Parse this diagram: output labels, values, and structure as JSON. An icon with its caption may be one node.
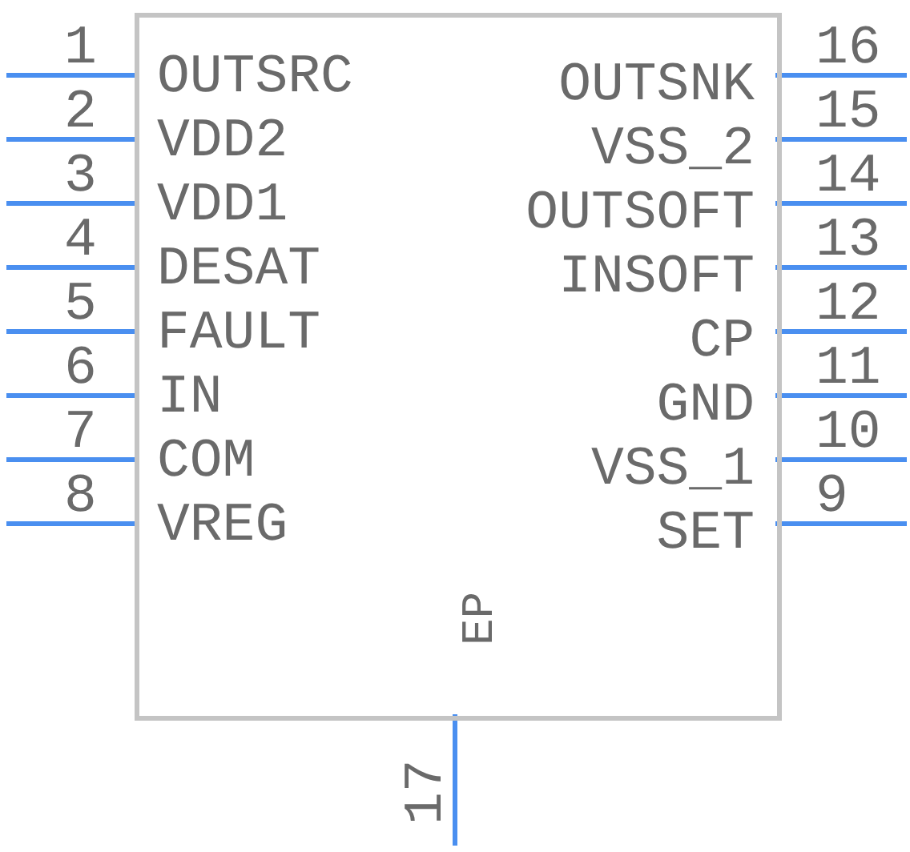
{
  "diagram": {
    "nodes": [
      {
        "text": [
          "OUTSRC",
          "VDD2",
          "VDD1",
          "DESAT",
          "FAULT",
          "IN",
          "COM",
          "VREG",
          "SET",
          "VSS_1",
          "GND",
          "CP",
          "INSOFT",
          "OUTSOFT",
          "VSS_2",
          "OUTSNK",
          "EP"
        ]
      }
    ],
    "labels": [
      "1",
      "2",
      "3",
      "4",
      "5",
      "6",
      "7",
      "8",
      "9",
      "10",
      "11",
      "12",
      "13",
      "14",
      "15",
      "16",
      "17"
    ]
  }
}
